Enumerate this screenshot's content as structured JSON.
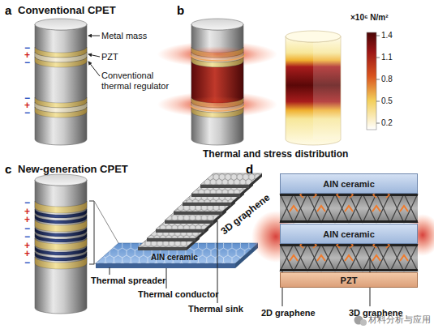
{
  "diagram": {
    "nodes": [
      {
        "text": [
          "AlN ceramic"
        ]
      },
      {
        "text": [
          "AlN ceramic"
        ]
      },
      {
        "text": [
          "PZT"
        ]
      }
    ],
    "labels": [
      "a",
      "Conventional CPET",
      "−",
      "+",
      "−",
      "−",
      "+",
      "−",
      "Metal mass",
      "PZT",
      "Conventional thermal regulator",
      "b",
      "×10⁶ N/m²",
      "1.4",
      "1.1",
      "0.8",
      "0.5",
      "0.2",
      "Thermal and stress distribution",
      "c",
      "New-generation CPET",
      "−",
      "+",
      "+",
      "−",
      "−",
      "+",
      "+",
      "−",
      "3D graphene",
      "AlN ceramic",
      "Thermal spreader",
      "Thermal conductor",
      "Thermal sink",
      "d",
      "2D graphene",
      "3D graphene",
      "材料分析与应用"
    ]
  }
}
